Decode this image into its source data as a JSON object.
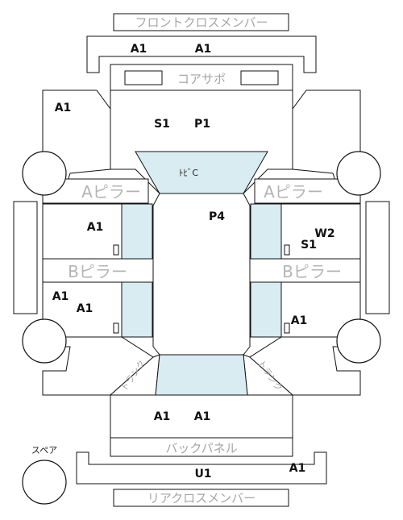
{
  "colors": {
    "outline": "#111111",
    "highlight_fill": "#d8ecf2",
    "part_label": "#111111",
    "region_label": "#a6a6a6"
  },
  "regions": {
    "front_cross_member": "フロントクロスメンバー",
    "core_support": "コアサポ",
    "dash": "ﾄﾋﾞC",
    "a_pillar_left": "Aピラー",
    "a_pillar_right": "Aピラー",
    "b_pillar_left": "Bピラー",
    "b_pillar_right": "Bピラー",
    "trunk_left": "トランク",
    "trunk_right": "トランク",
    "back_panel": "バックパネル",
    "rear_cross_member": "リアクロスメンバー",
    "spare": "スペア"
  },
  "marks": {
    "front_member_left": "A1",
    "front_member_right": "A1",
    "fender_left": "A1",
    "hood_s": "S1",
    "hood_p": "P1",
    "roof": "P4",
    "front_door_left": "A1",
    "front_door_right_w": "W2",
    "front_door_right_s": "S1",
    "rear_left_outer": "A1",
    "rear_door_left": "A1",
    "rear_door_right": "A1",
    "trunk_left": "A1",
    "trunk_right": "A1",
    "rear_member": "U1",
    "rear_member_right": "A1"
  }
}
